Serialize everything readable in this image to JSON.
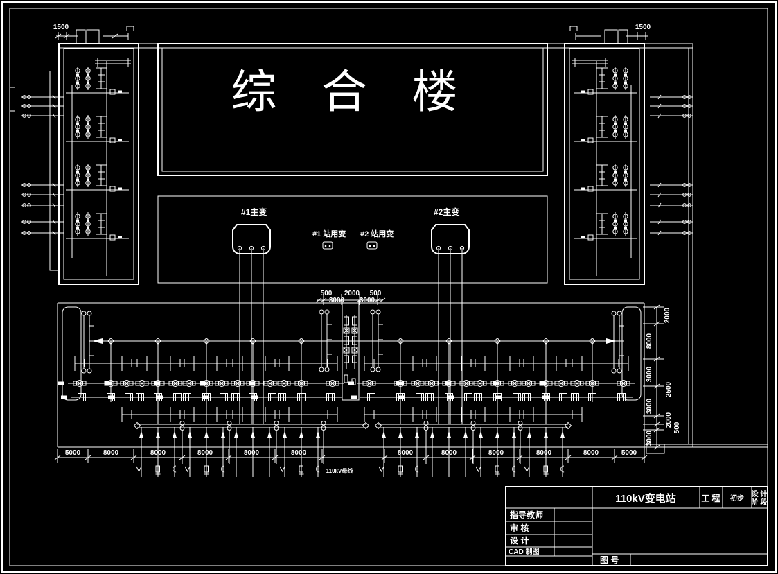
{
  "labels": {
    "building": "综 合 楼",
    "main_tx1": "#1主变",
    "main_tx2": "#2主变",
    "station_tx1": "#1 站用变",
    "station_tx2": "#2 站用变",
    "bus_note": "110kV母线"
  },
  "dims": {
    "top_left": "1500",
    "top_right": "1500",
    "gate_top": [
      "500",
      "2000",
      "500"
    ],
    "gate_mid": [
      "3000",
      "3000"
    ],
    "bottom": [
      "5000",
      "8000",
      "8000",
      "8000",
      "8000",
      "8000",
      "8000",
      "8000",
      "8000",
      "8000",
      "8000",
      "5000"
    ],
    "right": [
      "2000",
      "8000",
      "3000",
      "2500",
      "3000",
      "2000",
      "500",
      "3000"
    ]
  },
  "title_block": {
    "project_name": "110kV变电站",
    "project_label": "工 程",
    "phase_value": "初步",
    "phase_label_1": "设 计",
    "phase_label_2": "阶 段",
    "rows": [
      "指导教师",
      "审  核",
      "设  计",
      "CAD 制图"
    ],
    "figure_no_label": "图  号"
  }
}
